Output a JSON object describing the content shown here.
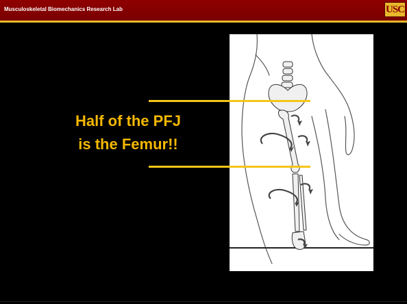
{
  "header": {
    "title": "Musculoskeletal Biomechanics Research Lab",
    "logo_text": "USC"
  },
  "slide": {
    "headline_line1": "Half of the PFJ",
    "headline_line2": "is the Femur!!"
  },
  "figure": {
    "icon": "skeleton-leg-rotation-icon"
  },
  "colors": {
    "header_bg": "#8a0000",
    "accent_gold": "#f5b800",
    "background": "#000000"
  }
}
